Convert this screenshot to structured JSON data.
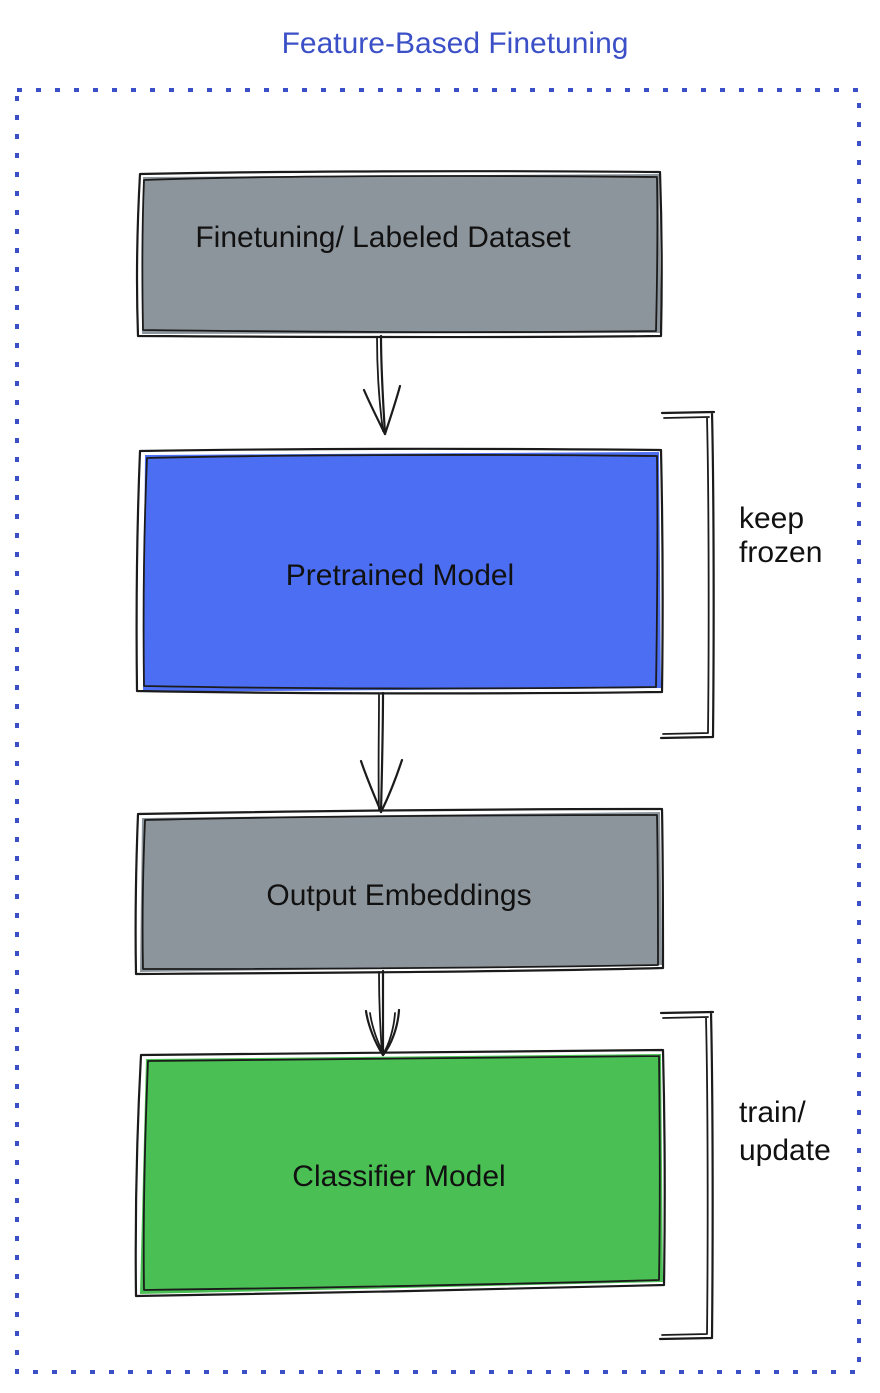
{
  "diagram": {
    "title": "Feature-Based Finetuning",
    "title_color": "#3b50c7",
    "frame": {
      "name": "dashed-container",
      "style": "dashed",
      "color": "#3b50c7"
    },
    "nodes": [
      {
        "id": "dataset",
        "label": "Finetuning/ Labeled Dataset",
        "fill": "#8d959c",
        "stroke": "#1b1b1b",
        "shape": "rectangle"
      },
      {
        "id": "pretrained-model",
        "label": "Pretrained Model",
        "fill": "#4c6ef2",
        "stroke": "#1b1b1b",
        "shape": "rectangle"
      },
      {
        "id": "output-embeddings",
        "label": "Output Embeddings",
        "fill": "#8d959c",
        "stroke": "#1b1b1b",
        "shape": "rectangle"
      },
      {
        "id": "classifier-model",
        "label": "Classifier Model",
        "fill": "#4abf53",
        "stroke": "#1b1b1b",
        "shape": "rectangle"
      }
    ],
    "edges": [
      {
        "id": "edge-dataset-to-pretrained",
        "from": "dataset",
        "to": "pretrained-model",
        "kind": "arrow-down"
      },
      {
        "id": "edge-pretrained-to-embeddings",
        "from": "pretrained-model",
        "to": "output-embeddings",
        "kind": "arrow-down"
      },
      {
        "id": "edge-embeddings-to-classifier",
        "from": "output-embeddings",
        "to": "classifier-model",
        "kind": "arrow-down"
      }
    ],
    "annotations": [
      {
        "id": "keep-frozen",
        "lines": [
          "keep",
          "frozen"
        ],
        "bracket_for": "pretrained-model"
      },
      {
        "id": "train-update",
        "lines": [
          "train/",
          "update"
        ],
        "bracket_for": "classifier-model"
      }
    ]
  }
}
